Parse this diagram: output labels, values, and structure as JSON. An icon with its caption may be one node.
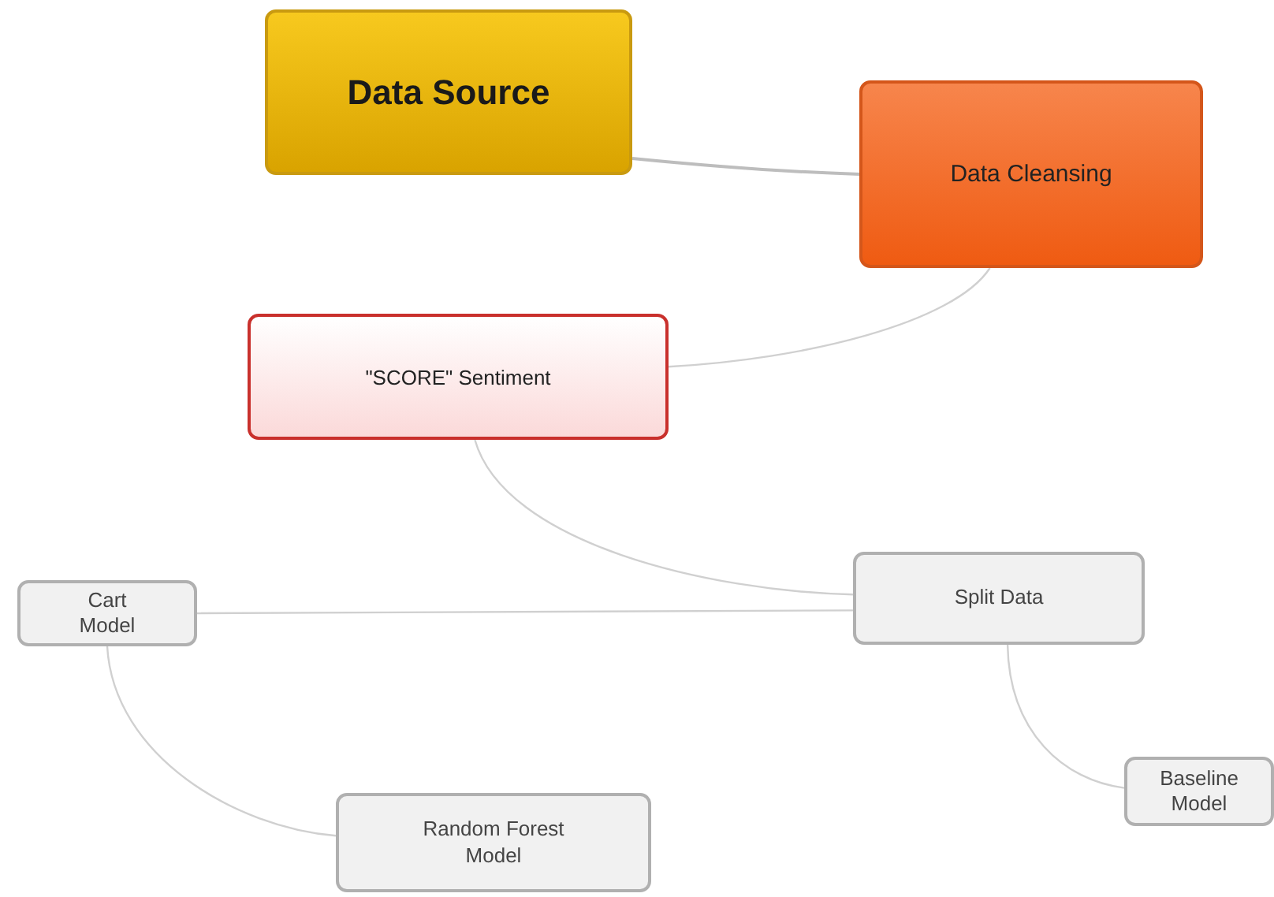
{
  "diagram": {
    "nodes": [
      {
        "text": [
          "Data Source"
        ]
      },
      {
        "text": [
          "Data Cleansing"
        ]
      },
      {
        "text": [
          "\"SCORE\" Sentiment"
        ]
      },
      {
        "text": [
          "Split Data"
        ]
      },
      {
        "text": [
          "Cart Model"
        ]
      },
      {
        "text": [
          "Baseline Model"
        ]
      },
      {
        "text": [
          "Random Forest Model"
        ]
      }
    ],
    "edges": [
      {
        "from": 0,
        "to": 1,
        "arrow": "none"
      },
      {
        "from": 1,
        "to": 2,
        "arrow": "none"
      },
      {
        "from": 2,
        "to": 3,
        "arrow": "none"
      },
      {
        "from": 3,
        "to": 4,
        "arrow": "none"
      },
      {
        "from": 4,
        "to": 6,
        "arrow": "none"
      },
      {
        "from": 3,
        "to": 5,
        "arrow": "none"
      }
    ]
  }
}
